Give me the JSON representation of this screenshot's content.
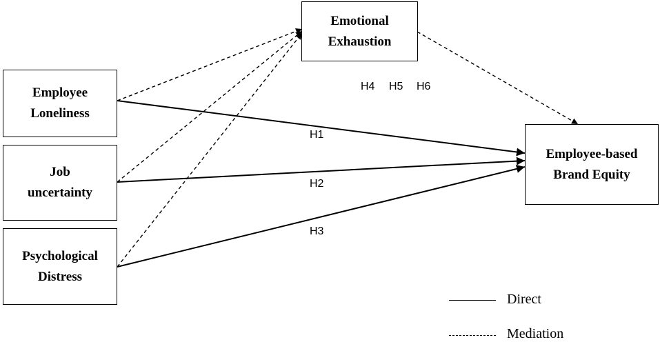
{
  "nodes": {
    "emotional_exhaustion": "Emotional\nExhaustion",
    "employee_loneliness": "Employee\nLoneliness",
    "job_uncertainty": "Job\nuncertainty",
    "psychological_distress": "Psychological\nDistress",
    "employee_brand_equity": "Employee-based\nBrand Equity"
  },
  "hypotheses": {
    "h1": "H1",
    "h2": "H2",
    "h3": "H3",
    "h4": "H4",
    "h5": "H5",
    "h6": "H6"
  },
  "legend": {
    "direct": "Direct",
    "mediation": "Mediation"
  }
}
